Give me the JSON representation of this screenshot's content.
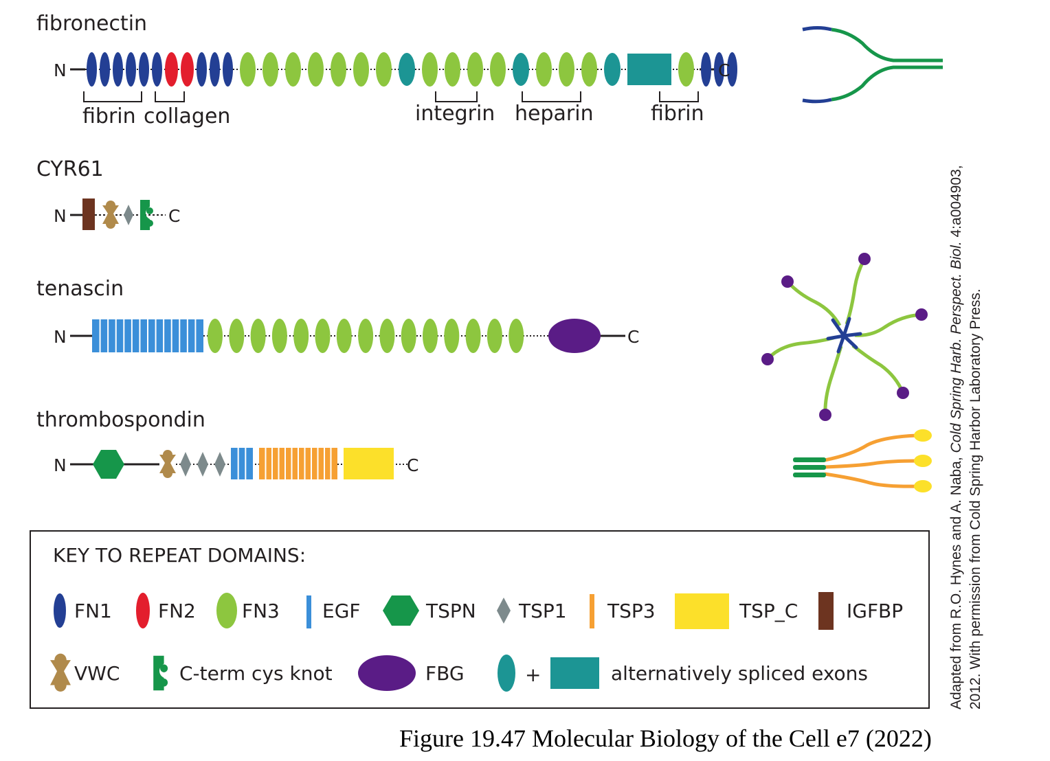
{
  "colors": {
    "FN1": "#233f94",
    "FN2": "#e31e2d",
    "FN3": "#8dc63f",
    "EGF": "#3b8fd9",
    "TSPN": "#16964a",
    "TSP1": "#7d8a8c",
    "TSP3": "#f6a033",
    "TSP_C": "#fce02a",
    "IGFBP": "#6d3420",
    "VWC": "#b08a4b",
    "CTCK": "#16964a",
    "FBG": "#5a1c86",
    "ALT": "#1c9594",
    "line": "#231f20"
  },
  "proteins": {
    "fibronectin": {
      "name": "fibronectin",
      "n_term": "N",
      "c_term": "C",
      "binding_sites": [
        "fibrin",
        "collagen",
        "integrin",
        "heparin",
        "fibrin"
      ],
      "domains": [
        "FN1",
        "FN1",
        "FN1",
        "FN1",
        "FN1",
        "FN1",
        "FN2",
        "FN2",
        "FN1",
        "FN1",
        "FN1",
        "FN3",
        "FN3",
        "FN3",
        "FN3",
        "FN3",
        "FN3",
        "FN3",
        "ALT",
        "FN3",
        "FN3",
        "FN3",
        "FN3",
        "ALT",
        "FN3",
        "FN3",
        "FN3",
        "ALT",
        "FN3",
        "FN1",
        "FN1",
        "FN1"
      ]
    },
    "cyr61": {
      "name": "CYR61",
      "n_term": "N",
      "c_term": "C",
      "domains": [
        "IGFBP",
        "VWC",
        "TSP1",
        "CTCK"
      ]
    },
    "tenascin": {
      "name": "tenascin",
      "n_term": "N",
      "c_term": "C",
      "egf_repeats": 14,
      "fn3_repeats": 15,
      "domains": [
        "EGF x14",
        "FN3 x15",
        "FBG"
      ]
    },
    "thrombospondin": {
      "name": "thrombospondin",
      "n_term": "N",
      "c_term": "C",
      "tsp1_repeats": 3,
      "egf_repeats": 3,
      "tsp3_repeats": 12,
      "domains": [
        "TSPN",
        "VWC",
        "TSP1 x3",
        "EGF x3",
        "TSP3 x12",
        "TSP_C"
      ]
    }
  },
  "key": {
    "title": "KEY TO REPEAT DOMAINS:",
    "row1": [
      {
        "icon": "FN1",
        "label": "FN1"
      },
      {
        "icon": "FN2",
        "label": "FN2"
      },
      {
        "icon": "FN3",
        "label": "FN3"
      },
      {
        "icon": "EGF",
        "label": "EGF"
      },
      {
        "icon": "TSPN",
        "label": "TSPN"
      },
      {
        "icon": "TSP1",
        "label": "TSP1"
      },
      {
        "icon": "TSP3",
        "label": "TSP3"
      },
      {
        "icon": "TSP_C",
        "label": "TSP_C"
      },
      {
        "icon": "IGFBP",
        "label": "IGFBP"
      }
    ],
    "row2": [
      {
        "icon": "VWC",
        "label": "VWC"
      },
      {
        "icon": "CTCK",
        "label": "C-term cys knot"
      },
      {
        "icon": "FBG",
        "label": "FBG"
      },
      {
        "icon": "ALT",
        "label": "+"
      },
      {
        "icon": "ALT-box",
        "label": "alternatively spliced exons"
      }
    ]
  },
  "credit": {
    "line1_prefix": "Adapted from R.O. Hynes and A. Naba, ",
    "line1_journal": "Cold Spring Harb. Perspect. Biol.",
    "line1_suffix": " 4:a004903,",
    "line2": "2012. With permission from Cold Spring Harbor Laboratory Press."
  },
  "caption": "Figure 19.47 Molecular Biology of the Cell e7 (2022)"
}
